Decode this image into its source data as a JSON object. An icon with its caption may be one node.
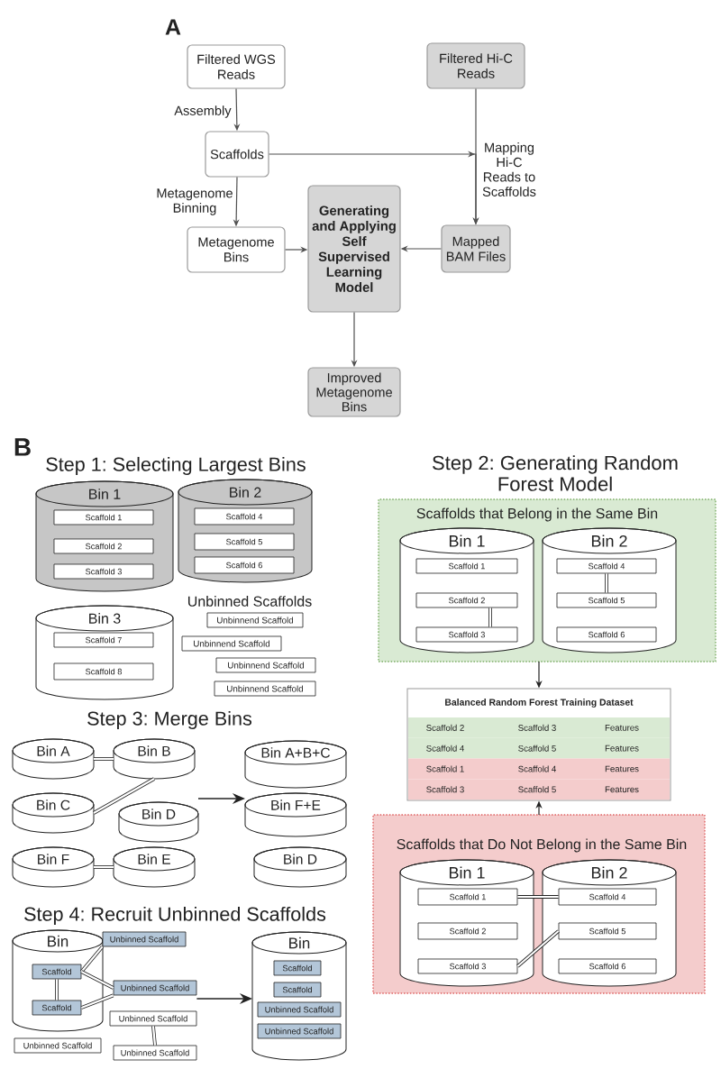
{
  "diagram": {
    "nodes": [
      {
        "text": [
          "Filtered WGS Reads"
        ]
      },
      {
        "text": [
          "Filtered Hi-C Reads"
        ]
      },
      {
        "text": [
          "Scaffolds"
        ]
      },
      {
        "text": [
          "Metagenome Bins"
        ]
      },
      {
        "text": [
          "Generating and Applying Self Supervised Learning Model"
        ]
      },
      {
        "text": [
          "Mapped BAM Files"
        ]
      },
      {
        "text": [
          "Improved Metagenome Bins"
        ]
      },
      {
        "text": [
          "Bin 1"
        ]
      },
      {
        "text": [
          "Scaffold 1"
        ],
        "in": 7
      },
      {
        "text": [
          "Scaffold 2"
        ],
        "in": 7
      },
      {
        "text": [
          "Scaffold 3"
        ],
        "in": 7
      },
      {
        "text": [
          "Bin 2"
        ]
      },
      {
        "text": [
          "Scaffold 4"
        ],
        "in": 11
      },
      {
        "text": [
          "Scaffold 5"
        ],
        "in": 11
      },
      {
        "text": [
          "Scaffold 6"
        ],
        "in": 11
      },
      {
        "text": [
          "Bin 3"
        ]
      },
      {
        "text": [
          "Scaffold 7"
        ],
        "in": 15
      },
      {
        "text": [
          "Scaffold 8"
        ],
        "in": 15
      },
      {
        "text": [
          "Unbinnend Scaffold"
        ]
      },
      {
        "text": [
          "Unbinnend Scaffold"
        ]
      },
      {
        "text": [
          "Unbinnend Scaffold"
        ]
      },
      {
        "text": [
          "Unbinnend Scaffold"
        ]
      },
      {
        "text": [
          "Scaffolds that Belong in the Same Bin"
        ]
      },
      {
        "text": [
          "Bin 1"
        ],
        "in": 22
      },
      {
        "text": [
          "Scaffold 1"
        ],
        "in": 23
      },
      {
        "text": [
          "Scaffold 2"
        ],
        "in": 23
      },
      {
        "text": [
          "Scaffold 3"
        ],
        "in": 23
      },
      {
        "text": [
          "Bin 2"
        ],
        "in": 22
      },
      {
        "text": [
          "Scaffold 4"
        ],
        "in": 27
      },
      {
        "text": [
          "Scaffold 5"
        ],
        "in": 27
      },
      {
        "text": [
          "Scaffold 6"
        ],
        "in": 27
      },
      {
        "text": [
          "Balanced Random Forest Training Dataset"
        ]
      },
      {
        "text": [
          "Scaffold 2",
          "Scaffold 3",
          "Features"
        ],
        "in": 31
      },
      {
        "text": [
          "Scaffold 4",
          "Scaffold 5",
          "Features"
        ],
        "in": 31
      },
      {
        "text": [
          "Scaffold 1",
          "Scaffold 4",
          "Features"
        ],
        "in": 31
      },
      {
        "text": [
          "Scaffold 3",
          "Scaffold 5",
          "Features"
        ],
        "in": 31
      },
      {
        "text": [
          "Scaffolds that Do Not Belong in the Same Bin"
        ]
      },
      {
        "text": [
          "Bin 1"
        ],
        "in": 36
      },
      {
        "text": [
          "Scaffold 1"
        ],
        "in": 37
      },
      {
        "text": [
          "Scaffold 2"
        ],
        "in": 37
      },
      {
        "text": [
          "Scaffold 3"
        ],
        "in": 37
      },
      {
        "text": [
          "Bin 2"
        ],
        "in": 36
      },
      {
        "text": [
          "Scaffold 4"
        ],
        "in": 41
      },
      {
        "text": [
          "Scaffold 5"
        ],
        "in": 41
      },
      {
        "text": [
          "Scaffold 6"
        ],
        "in": 41
      },
      {
        "text": [
          "Bin A"
        ]
      },
      {
        "text": [
          "Bin B"
        ]
      },
      {
        "text": [
          "Bin C"
        ]
      },
      {
        "text": [
          "Bin D"
        ]
      },
      {
        "text": [
          "Bin F"
        ]
      },
      {
        "text": [
          "Bin E"
        ]
      },
      {
        "text": [
          "Bin A+B+C"
        ]
      },
      {
        "text": [
          "Bin F+E"
        ]
      },
      {
        "text": [
          "Bin D"
        ]
      },
      {
        "text": [
          "Bin"
        ]
      },
      {
        "text": [
          "Scaffold"
        ],
        "in": 54
      },
      {
        "text": [
          "Scaffold"
        ],
        "in": 54
      },
      {
        "text": [
          "Unbinned Scaffold"
        ]
      },
      {
        "text": [
          "Unbinned Scaffold"
        ]
      },
      {
        "text": [
          "Unbinned Scaffold"
        ]
      },
      {
        "text": [
          "Unbinned Scaffold"
        ]
      },
      {
        "text": [
          "Unbinned Scaffold"
        ]
      },
      {
        "text": [
          "Bin"
        ]
      },
      {
        "text": [
          "Scaffold"
        ],
        "in": 62
      },
      {
        "text": [
          "Scaffold"
        ],
        "in": 62
      },
      {
        "text": [
          "Unbinned Scaffold"
        ],
        "in": 62
      },
      {
        "text": [
          "Unbinned Scaffold"
        ],
        "in": 62
      }
    ],
    "edges": [
      {
        "from": 0,
        "to": 2,
        "arrow": "to",
        "label": "Assembly"
      },
      {
        "from": 2,
        "to": 5,
        "arrow": "to"
      },
      {
        "from": 1,
        "to": 5,
        "arrow": "to",
        "label": "Mapping Hi-C Reads to Scaffolds"
      },
      {
        "from": 2,
        "to": 3,
        "arrow": "to",
        "label": "Metagenome Binning"
      },
      {
        "from": 3,
        "to": 4,
        "arrow": "to"
      },
      {
        "from": 5,
        "to": 4,
        "arrow": "to"
      },
      {
        "from": 4,
        "to": 6,
        "arrow": "to"
      },
      {
        "from": 22,
        "to": 31,
        "arrow": "to"
      },
      {
        "from": 36,
        "to": 31,
        "arrow": "to"
      },
      {
        "from": 25,
        "to": 26,
        "arrow": "none"
      },
      {
        "from": 28,
        "to": 29,
        "arrow": "none"
      },
      {
        "from": 38,
        "to": 42,
        "arrow": "none"
      },
      {
        "from": 40,
        "to": 43,
        "arrow": "none"
      },
      {
        "from": 45,
        "to": 46,
        "arrow": "none"
      },
      {
        "from": 47,
        "to": 46,
        "arrow": "none"
      },
      {
        "from": 49,
        "to": 50,
        "arrow": "none"
      },
      {
        "from": 55,
        "to": 57,
        "arrow": "none"
      },
      {
        "from": 55,
        "to": 58,
        "arrow": "none"
      },
      {
        "from": 56,
        "to": 58,
        "arrow": "none"
      },
      {
        "from": 55,
        "to": 56,
        "arrow": "none"
      },
      {
        "from": 59,
        "to": 61,
        "arrow": "none"
      },
      {
        "from": 48,
        "to": 52,
        "arrow": "to"
      },
      {
        "from": 58,
        "to": 62,
        "arrow": "to"
      }
    ],
    "labels": [
      "A",
      "B",
      "Step 1: Selecting Largest Bins",
      "Step 2: Generating Random Forest Model",
      "Unbinned Scaffolds",
      "Step 3: Merge Bins",
      "Step 4: Recruit Unbinned Scaffolds"
    ]
  }
}
